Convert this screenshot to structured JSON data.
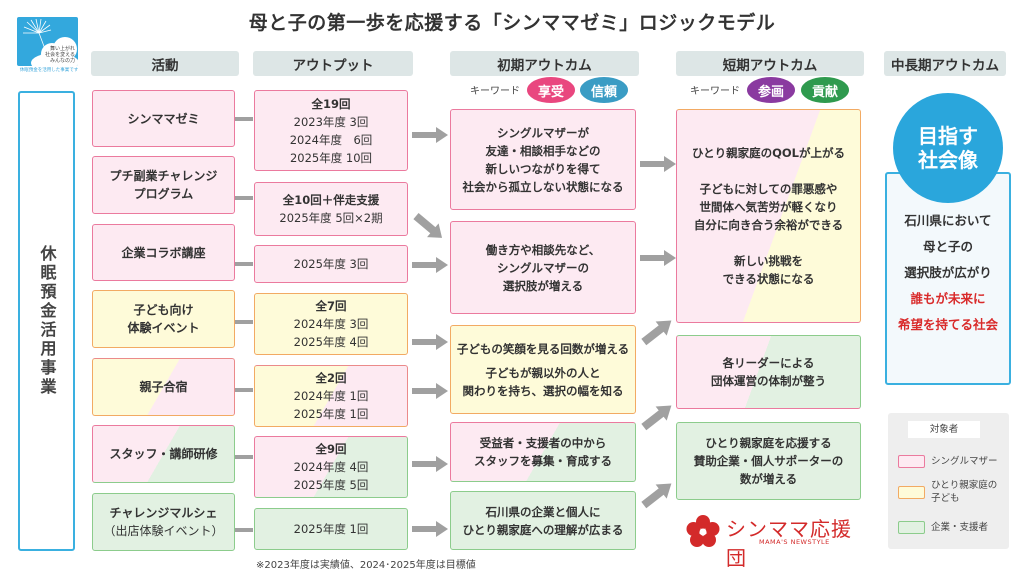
{
  "title": "母と子の第一歩を応援する「シンママゼミ」ロジックモデル",
  "logo": {
    "tagline": [
      "舞い上がれ",
      "社会を変える",
      "みんなの力"
    ],
    "caption": "休眠預金を活用した事業です"
  },
  "headers": {
    "activities": "活動",
    "outputs": "アウトプット",
    "initial_outcomes": "初期アウトカム",
    "short_outcomes": "短期アウトカム",
    "mid_long_outcomes": "中長期アウトカム"
  },
  "keywords": {
    "initial": {
      "label": "キーワード",
      "pills": [
        {
          "text": "享受",
          "color": "#e9477f"
        },
        {
          "text": "信頼",
          "color": "#3a9cc4"
        }
      ]
    },
    "short": {
      "label": "キーワード",
      "pills": [
        {
          "text": "参画",
          "color": "#8a3aa0"
        },
        {
          "text": "貢献",
          "color": "#2f9a4e"
        }
      ]
    }
  },
  "left_label": "休眠預金活用事業",
  "activities": [
    {
      "lines": [
        "シンママゼミ"
      ],
      "target": "pink"
    },
    {
      "lines": [
        "プチ副業チャレンジ",
        "プログラム"
      ],
      "target": "pink"
    },
    {
      "lines": [
        "企業コラボ講座"
      ],
      "target": "pink"
    },
    {
      "lines": [
        "子ども向け",
        "体験イベント"
      ],
      "target": "yellow"
    },
    {
      "lines": [
        "親子合宿"
      ],
      "target": "yellow-pink"
    },
    {
      "lines": [
        "スタッフ・講師研修"
      ],
      "target": "pink-green"
    },
    {
      "lines": [
        "チャレンジマルシェ",
        "（出店体験イベント）"
      ],
      "target": "green"
    }
  ],
  "outputs": [
    {
      "total": "全19回",
      "lines": [
        "2023年度 3回",
        "2024年度　6回",
        "2025年度 10回"
      ]
    },
    {
      "total": "全10回＋伴走支援",
      "lines": [
        "2025年度 5回×2期"
      ]
    },
    {
      "total": "",
      "lines": [
        "2025年度 3回"
      ]
    },
    {
      "total": "全7回",
      "lines": [
        "2024年度 3回",
        "2025年度 4回"
      ]
    },
    {
      "total": "全2回",
      "lines": [
        "2024年度 1回",
        "2025年度 1回"
      ]
    },
    {
      "total": "全9回",
      "lines": [
        "2024年度 4回",
        "2025年度 5回"
      ]
    },
    {
      "total": "",
      "lines": [
        "2025年度 1回"
      ]
    }
  ],
  "initial_outcomes": [
    {
      "lines": [
        "シングルマザーが",
        "友達・相談相手などの",
        "新しいつながりを得て",
        "社会から孤立しない状態になる"
      ]
    },
    {
      "lines": [
        "働き方や相談先など、",
        "シングルマザーの",
        "選択肢が増える"
      ]
    },
    {
      "lines": [
        "子どもの笑顔を見る回数が増える",
        "子どもが親以外の人と",
        "関わりを持ち、選択の幅を知る"
      ]
    },
    {
      "lines": [
        "受益者・支援者の中から",
        "スタッフを募集・育成する"
      ]
    },
    {
      "lines": [
        "石川県の企業と個人に",
        "ひとり親家庭への理解が広まる"
      ]
    }
  ],
  "short_outcomes": [
    {
      "lines": [
        "ひとり親家庭のQOLが上がる",
        "",
        "子どもに対しての罪悪感や",
        "世間体へ気苦労が軽くなり",
        "自分に向き合う余裕ができる",
        "",
        "新しい挑戦を",
        "できる状態になる"
      ]
    },
    {
      "lines": [
        "各リーダーによる",
        "団体運営の体制が整う"
      ]
    },
    {
      "lines": [
        "ひとり親家庭を応援する",
        "賛助企業・個人サポーターの",
        "数が増える"
      ]
    }
  ],
  "goal": {
    "circle": [
      "目指す",
      "社会像"
    ],
    "lines": [
      "石川県において",
      "母と子の",
      "選択肢が広がり"
    ],
    "highlight_lines": [
      "誰もが未来に",
      "希望を持てる社会"
    ],
    "highlight_color": "#d92a2a"
  },
  "legend": {
    "title": "対象者",
    "items": [
      {
        "label": "シングルマザー",
        "fill": "#fdeaf2",
        "stroke": "#eb7a9e"
      },
      {
        "label": "ひとり親家庭の子ども",
        "fill": "#fefbd9",
        "stroke": "#f2aa63"
      },
      {
        "label": "企業・支援者",
        "fill": "#e2f1e2",
        "stroke": "#8ccc8c"
      }
    ]
  },
  "footnote": "※2023年度は実績値、2024･2025年度は目標値",
  "brand": {
    "name": "シンママ応援団",
    "sub": "MAMA'S NEWSTYLE",
    "color": "#d32a2a"
  }
}
